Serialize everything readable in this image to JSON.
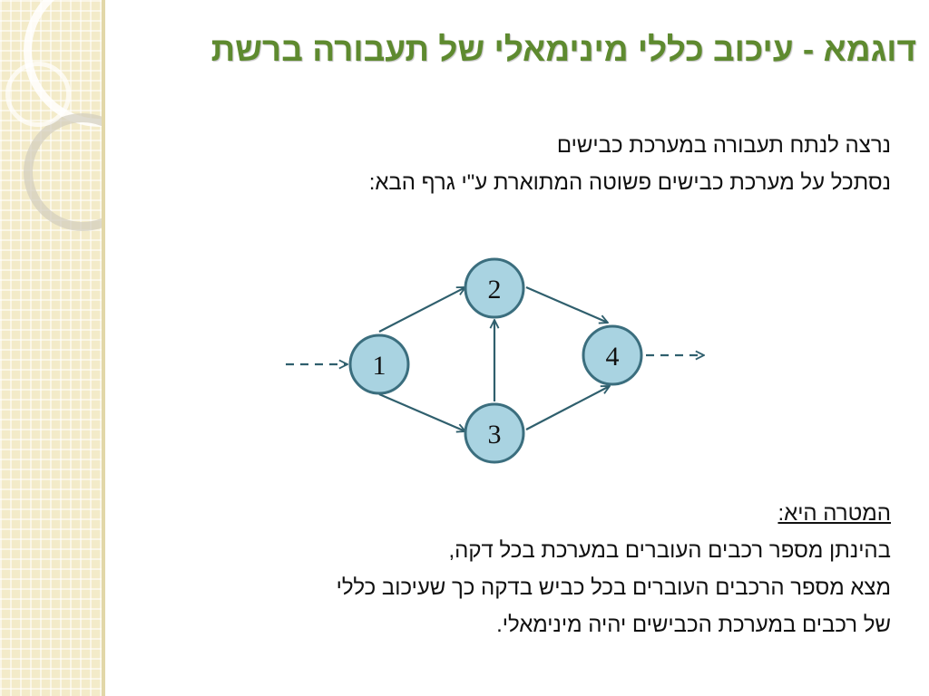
{
  "title": "דוגמא - עיכוב כללי מינימאלי של תעבורה ברשת",
  "intro_lines": [
    "נרצה לנתח תעבורה במערכת כבישים",
    "נסתכל על מערכת כבישים פשוטה המתוארת ע\"י גרף הבא:"
  ],
  "goal": {
    "heading": "המטרה היא:",
    "lines": [
      "בהינתן מספר רכבים העוברים במערכת בכל דקה,",
      "מצא מספר הרכבים העוברים בכל כביש בדקה כך שעיכוב כללי",
      "של רכבים במערכת הכבישים יהיה מינימאלי."
    ]
  },
  "graph": {
    "nodes": [
      {
        "id": "1",
        "label": "1"
      },
      {
        "id": "2",
        "label": "2"
      },
      {
        "id": "3",
        "label": "3"
      },
      {
        "id": "4",
        "label": "4"
      }
    ],
    "edges": [
      {
        "from": "1",
        "to": "2"
      },
      {
        "from": "1",
        "to": "3"
      },
      {
        "from": "3",
        "to": "2"
      },
      {
        "from": "2",
        "to": "4"
      },
      {
        "from": "3",
        "to": "4"
      }
    ],
    "entry_edge": {
      "to": "1",
      "style": "dashed"
    },
    "exit_edge": {
      "from": "4",
      "style": "dashed"
    }
  },
  "colors": {
    "title": "#5e8a2f",
    "node_fill": "#a9d3e1",
    "node_stroke": "#3b6e7e",
    "edge": "#2f5f6d"
  }
}
